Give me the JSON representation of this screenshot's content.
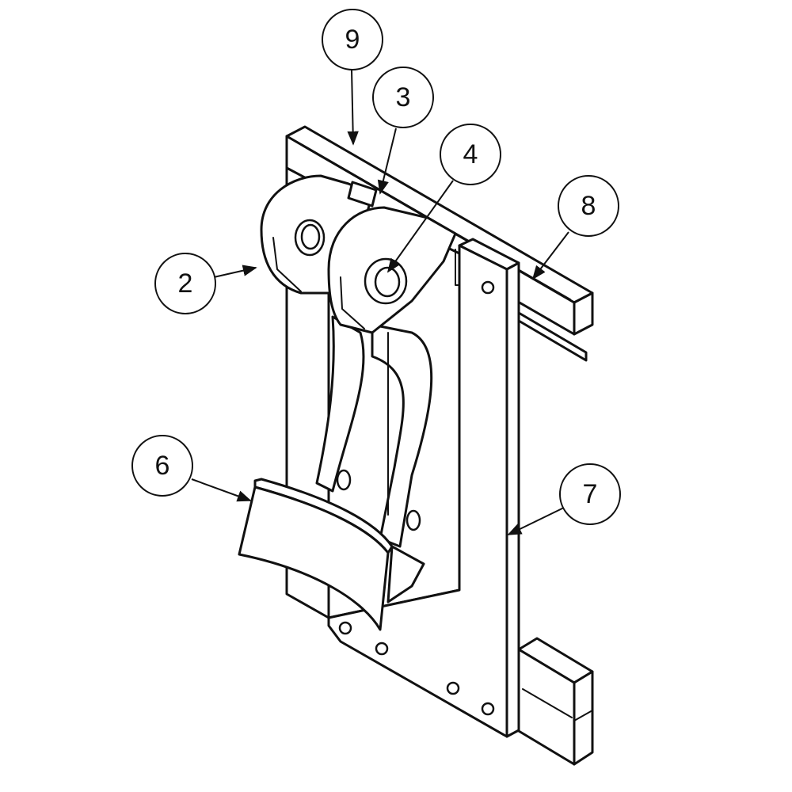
{
  "drawing": {
    "balloons": [
      {
        "id": "balloon-9",
        "label": "9"
      },
      {
        "id": "balloon-3",
        "label": "3"
      },
      {
        "id": "balloon-4",
        "label": "4"
      },
      {
        "id": "balloon-8",
        "label": "8"
      },
      {
        "id": "balloon-2",
        "label": "2"
      },
      {
        "id": "balloon-6",
        "label": "6"
      },
      {
        "id": "balloon-7",
        "label": "7"
      }
    ]
  },
  "colors": {
    "line": "#111111",
    "background": "#ffffff"
  }
}
